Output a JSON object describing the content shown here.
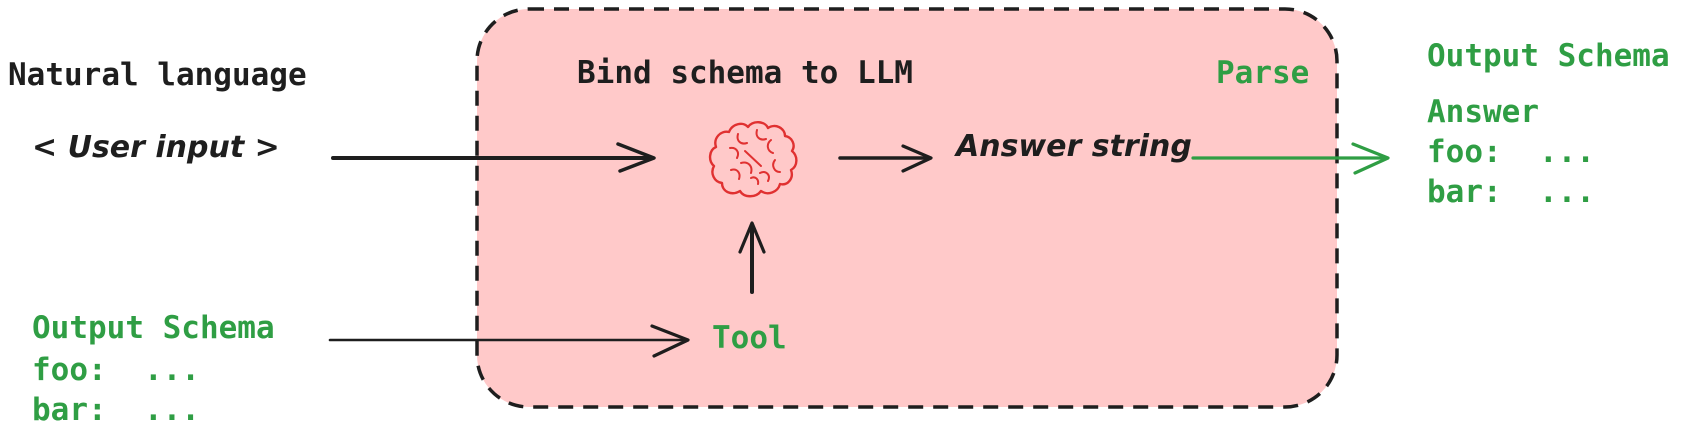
{
  "colors": {
    "ink": "#1e1e1e",
    "green": "#2f9e44",
    "red": "#e03131",
    "pink": "#ffc9c9",
    "bg": "#ffffff"
  },
  "input": {
    "title": "Natural language",
    "value": "< User input >"
  },
  "schema_input": {
    "title": "Output Schema",
    "lines": [
      "foo:  ...",
      "bar:  ..."
    ]
  },
  "llm_box": {
    "title": "Bind schema to LLM",
    "parse_label": "Parse",
    "answer_string": "Answer string",
    "tool_label": "Tool",
    "brain_icon": "brain-icon"
  },
  "output": {
    "title": "Output Schema",
    "answer_label": "Answer",
    "lines": [
      "foo:  ...",
      "bar:  ..."
    ]
  }
}
